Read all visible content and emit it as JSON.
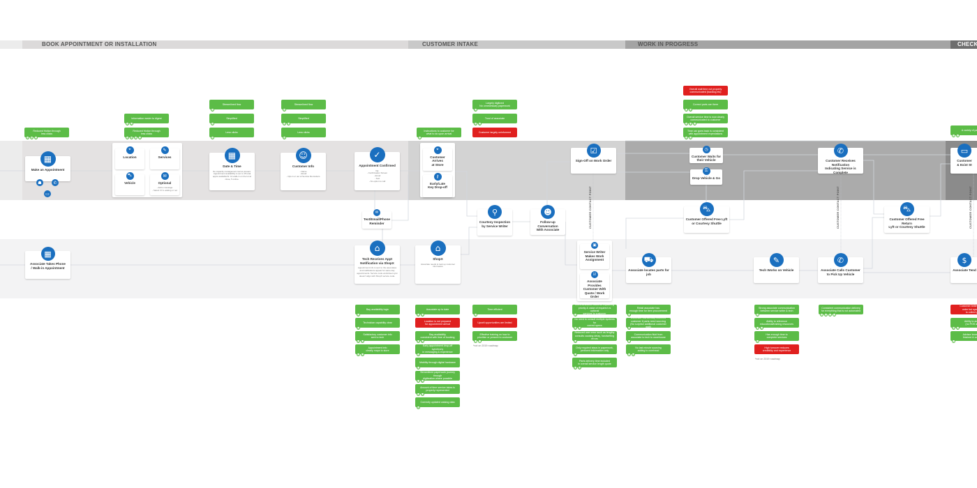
{
  "phases": [
    {
      "label": ""
    },
    {
      "label": "BOOK APPOINTMENT OR INSTALLATION"
    },
    {
      "label": "CUSTOMER INTAKE"
    },
    {
      "label": "WORK IN PROGRESS"
    },
    {
      "label": "CHECK"
    }
  ],
  "colors": {
    "accent_blue": "#1a6fbf",
    "positive_green": "#5cbc47",
    "negative_red": "#e0201f"
  },
  "contact_point_label": "CUSTOMER CONTACT POINT",
  "footnote": "*not on 2019 roadmap",
  "appointment_channels": [
    {
      "icon": "walk-in-icon"
    },
    {
      "icon": "phone-icon"
    },
    {
      "icon": "laptop-icon"
    }
  ],
  "cards": [
    {
      "title": "Make an Appointment",
      "desc": "",
      "icon": "calendar"
    },
    {
      "title": "Location",
      "desc": "",
      "icon": "pin"
    },
    {
      "title": "Services",
      "desc": "",
      "icon": "wrench"
    },
    {
      "title": "Vehicle",
      "desc": "",
      "icon": "car"
    },
    {
      "title": "Optional",
      "desc": "- Add a message\n- Select if I'm waiting or not",
      "icon": "message"
    },
    {
      "title": "Date & Time",
      "desc": "No capacity management tool at present. Appointment availability is set to 15 total appts available/hr. 10 walk-in on the lot at close, 5 online.",
      "icon": "calendar"
    },
    {
      "title": "Customer Info",
      "desc": "- Name\n- Email\n- Opt-in or out of Service Reminders",
      "icon": "user"
    },
    {
      "title": "Appointment Confirmed",
      "desc": "Via:\n- Confirmation Screen\n- Email\n- Text\n- No option to call",
      "icon": "check"
    },
    {
      "title": "Customer Arrives\nat Store",
      "desc": "",
      "icon": "pin"
    },
    {
      "title": "Early/Late\nKey Drop-off",
      "desc": "",
      "icon": "key"
    },
    {
      "title": "Sign-Off on Work Order",
      "desc": "",
      "icon": "clipboard"
    },
    {
      "title": "Customer Waits for\ntheir Vehicle",
      "desc": "",
      "icon": "clock"
    },
    {
      "title": "Drop Vehicle & Go",
      "desc": "",
      "icon": "car-key"
    },
    {
      "title": "Customer Receives Notification\nIndicating Service is Complete",
      "desc": "",
      "icon": "phone"
    },
    {
      "title": "Customer\n& Exist St",
      "desc": "",
      "icon": "credit-card"
    },
    {
      "title": "Text/Email/Phone\nReminder",
      "desc": "",
      "icon": "message"
    },
    {
      "title": "Courtesy Inspection\nby Service Writer",
      "desc": "",
      "icon": "search"
    },
    {
      "title": "Follow-up Conversation\nWith Associate",
      "desc": "",
      "icon": "people"
    },
    {
      "title": "Customer Offered Free Lyft\nor Courtesy Shuttle",
      "desc": "",
      "icon": "taxi"
    },
    {
      "title": "Customer Offered Free Return\nLyft or Courtesy Shuttle",
      "desc": "",
      "icon": "taxi"
    },
    {
      "title": "Associate Takes Phone\n/ Walk-in Appointment",
      "desc": "",
      "icon": "calendar"
    },
    {
      "title": "Tech Receives Appt\nNotification via ShopX",
      "desc": "Appointment info is sent to the associates and notifications appear for same day appointments. Service code worksheet sync doesn't align with ShopX service code.",
      "icon": "store"
    },
    {
      "title": "ShopX",
      "desc": "Associate needs to look up customer information",
      "icon": "store"
    },
    {
      "title": "Service Writer\nMakes Work\nAssignment",
      "desc": "",
      "icon": "badge"
    },
    {
      "title": "Associate Provides\nCustomer With\nQuote / Work Order",
      "desc": "",
      "icon": "clipboard"
    },
    {
      "title": "Associate locates parts for\njob",
      "desc": "",
      "icon": "truck"
    },
    {
      "title": "Tech Works on Vehicle",
      "desc": "",
      "icon": "wrench"
    },
    {
      "title": "Associate Calls Customer\nto Pick Up Vehicle",
      "desc": "",
      "icon": "phone"
    },
    {
      "title": "Associate Tend",
      "desc": "",
      "icon": "dollar"
    }
  ],
  "notes_top": [
    {
      "notes": [
        {
          "text": "Reduced friction through\nless clicks",
          "status": "green",
          "badges": [
            "A",
            "B",
            "H"
          ]
        }
      ]
    },
    {
      "notes": [
        {
          "text": "Information easier to digest",
          "status": "green",
          "badges": [
            "A",
            "E"
          ]
        },
        {
          "text": "Reduced friction through\nless clicks",
          "status": "green",
          "badges": [
            "A",
            "B",
            "F",
            "H"
          ]
        }
      ]
    },
    {
      "notes": [
        {
          "text": "Streamlined flow",
          "status": "green",
          "badges": [
            "A"
          ]
        },
        {
          "text": "Simplified",
          "status": "green",
          "badges": [
            "A"
          ]
        },
        {
          "text": "Less clicks",
          "status": "green",
          "badges": [
            "A"
          ]
        }
      ]
    },
    {
      "notes": [
        {
          "text": "Streamlined flow",
          "status": "green",
          "badges": [
            "B"
          ]
        },
        {
          "text": "Simplified",
          "status": "green",
          "badges": [
            "A",
            "C"
          ]
        },
        {
          "text": "Less clicks",
          "status": "green",
          "badges": [
            "B"
          ]
        }
      ]
    },
    {
      "notes": [
        {
          "text": "Instructions to customer for\nwhat to do upon arrival",
          "status": "green",
          "badges": [
            "A"
          ]
        }
      ]
    },
    {
      "notes": [
        {
          "text": "Largely digitized\nNo unnecessary paperwork",
          "status": "green",
          "badges": [
            "E"
          ]
        },
        {
          "text": "Trust of associate",
          "status": "green",
          "badges": [
            "A",
            "E"
          ]
        },
        {
          "text": "Customer largely uninformed",
          "status": "red",
          "badges": []
        }
      ]
    },
    {
      "notes": [
        {
          "text": "Overall wait time not properly\ncommunicated (backlog etc)",
          "status": "red",
          "badges": []
        },
        {
          "text": "Correct parts are there",
          "status": "green",
          "badges": [
            "V",
            "W"
          ]
        },
        {
          "text": "Overall service time is now clearly\ncommunicated to customer",
          "status": "green",
          "badges": [
            "A",
            "D",
            "F"
          ]
        },
        {
          "text": "Time car goes back is consistent\nwith appointment expectations",
          "status": "green",
          "badges": [
            "A",
            "J"
          ]
        }
      ]
    },
    {
      "notes": [
        {
          "text": "A variety of payment",
          "status": "green",
          "badges": [
            "J",
            "K"
          ]
        }
      ]
    }
  ],
  "notes_bottom": [
    {
      "notes": [
        {
          "text": "Bay availability logic",
          "status": "green",
          "badges": [
            "E"
          ]
        },
        {
          "text": "Technician capability clear",
          "status": "green",
          "badges": [
            "E"
          ]
        },
        {
          "text": "Satisfactory customer info\nsent to tech",
          "status": "green",
          "badges": [
            "E",
            "G"
          ]
        },
        {
          "text": "Appointment info\nclearly maps to store",
          "status": "green",
          "badges": [
            "E",
            "G"
          ]
        }
      ]
    },
    {
      "notes": [
        {
          "text": "Associate up to date",
          "status": "green",
          "badges": [
            "E",
            "G"
          ]
        },
        {
          "text": "Location is not prepared\nfor appointment arrival",
          "status": "red",
          "badges": []
        },
        {
          "text": "Bay availability\nconsistent with time of booking",
          "status": "green",
          "badges": [
            "D",
            "E"
          ]
        },
        {
          "text": "Early appointment drop-off synchrony\nin messaging & experience",
          "status": "green",
          "badges": [
            "A"
          ]
        },
        {
          "text": "Mobility through digital hardware",
          "status": "green",
          "badges": [
            "C"
          ]
        },
        {
          "text": "Streamlined paperwork journey through\ndigitization where possible",
          "status": "green",
          "badges": [
            "C",
            "E"
          ]
        },
        {
          "text": "Amount of time service takes is\nproperly represented",
          "status": "green",
          "badges": [
            "A",
            "Q"
          ]
        },
        {
          "text": "Correctly updated catalog data",
          "status": "green",
          "badges": [
            "B"
          ]
        }
      ]
    },
    {
      "notes": [
        {
          "text": "Time efficient",
          "status": "green",
          "badges": [
            "J"
          ]
        },
        {
          "text": "Upsell opportunities are limited",
          "status": "red",
          "badges": []
        },
        {
          "text": "Effective training on how to\nprioritize or present to customer",
          "status": "green",
          "badges": [
            "L",
            "*"
          ]
        }
      ],
      "footnote": true
    },
    {
      "notes": [
        {
          "text": "Communication success explaining\npriority & value of required vs optional\nservices to customer",
          "status": "green",
          "badges": [
            "J"
          ]
        },
        {
          "text": "No need to consult multiple systems for\ncorrect specs",
          "status": "green",
          "badges": [
            "B",
            "E"
          ]
        },
        {
          "text": "Reduced user error such as lengthy\nconsults causing delay, handwriting errors",
          "status": "green",
          "badges": [
            "E"
          ]
        },
        {
          "text": "Only required steps in paperwork,\npertinent information only",
          "status": "green",
          "badges": [
            "E"
          ]
        },
        {
          "text": "Parts delivery time included\nin overall service length quote",
          "status": "green",
          "badges": [
            "D",
            "W"
          ]
        }
      ]
    },
    {
      "notes": [
        {
          "text": "Retail associate has\nenough time for item procurement",
          "status": "green",
          "badges": [
            "W"
          ]
        },
        {
          "text": "Associate has already informed\ncustomer if parts need sourcing\n(No surprise additional customer wait)",
          "status": "green",
          "badges": [
            "W"
          ]
        },
        {
          "text": "Communication fluid from\nassociate to tech to warehouse",
          "status": "green",
          "badges": [
            "J"
          ]
        },
        {
          "text": "No last minute sourcing\nadding to overhead",
          "status": "green",
          "badges": [
            "V",
            "W"
          ]
        }
      ]
    },
    {
      "notes": [
        {
          "text": "Strong associate communication\nbetween service writer & tech",
          "status": "green",
          "badges": [
            "J"
          ]
        },
        {
          "text": "Ability to reference\neducational/training resources",
          "status": "green",
          "badges": [
            "L",
            "E"
          ]
        },
        {
          "text": "Has enough time to\ncomplete services",
          "status": "green",
          "badges": [
            "A"
          ]
        },
        {
          "text": "High turnover reduces\ncredibility and experience",
          "status": "red",
          "badges": []
        }
      ],
      "footnote": true
    },
    {
      "notes": [
        {
          "text": "Consistent communication delivery\nfor everything that is not automated",
          "status": "green",
          "badges": [
            "A",
            "D",
            "G",
            "J"
          ]
        }
      ]
    },
    {
      "notes": [
        {
          "text": "Customer believes they\norder but system is\nto collect pro",
          "status": "red",
          "badges": []
        },
        {
          "text": "Ability to adjust\n(no POS abili",
          "status": "green",
          "badges": [
            "B",
            "E"
          ]
        },
        {
          "text": "Advisor knows wo\nfinished & contact",
          "status": "green",
          "badges": [
            "J"
          ]
        }
      ]
    }
  ]
}
